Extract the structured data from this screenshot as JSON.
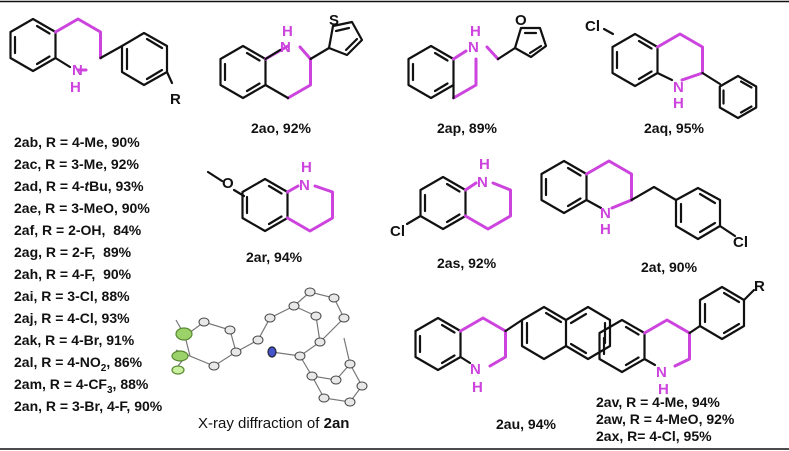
{
  "colors": {
    "highlight": "#CC44DD",
    "nitrogen": "#CC44DD",
    "bond": "#111111"
  },
  "atoms": {
    "N": "N",
    "H": "H",
    "R": "R",
    "Cl": "Cl",
    "O": "O",
    "S": "S"
  },
  "sub": {
    "2": "2",
    "3": "3"
  },
  "labels": {
    "ao": "2ao, 92%",
    "ap": "2ap, 89%",
    "aq": "2aq, 95%",
    "ar": "2ar, 94%",
    "as": "2as, 92%",
    "at": "2at, 90%",
    "au": "2au, 94%"
  },
  "r_list": {
    "ab": "2ab, R = 4-Me, 90%",
    "ac": "2ac, R = 3-Me, 92%",
    "ad_pre": "2ad, R = 4-",
    "ad_it": "t",
    "ad_post": "Bu, 93%",
    "ae": "2ae, R = 3-MeO, 90%",
    "af": "2af, R = 2-OH,  84%",
    "ag": "2ag, R = 2-F,  89%",
    "ah": "2ah, R = 4-F,  90%",
    "ai": "2ai, R = 3-Cl, 88%",
    "aj": "2aj, R = 4-Cl, 93%",
    "ak": "2ak, R = 4-Br, 91%",
    "al_pre": "2al, R = 4-NO",
    "al_post": ", 86%",
    "am_pre": "2am, R = 4-CF",
    "am_post": ", 88%",
    "an": "2an, R = 3-Br, 4-F, 90%"
  },
  "xray": {
    "caption_pre": "X-ray diffraction of ",
    "caption_bold": "2an"
  },
  "right_list": {
    "av": "2av, R = 4-Me, 94%",
    "aw": "2aw, R = 4-MeO, 92%",
    "ax": "2ax, R= 4-Cl, 95%"
  }
}
